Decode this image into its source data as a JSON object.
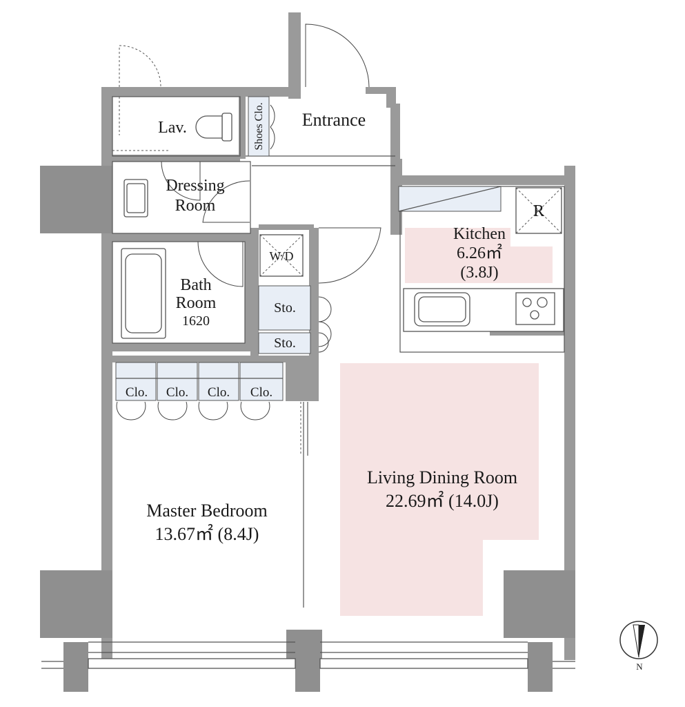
{
  "rooms": {
    "lav": "Lav.",
    "shoes_closet": "Shoes Clo.",
    "entrance": "Entrance",
    "dressing_line1": "Dressing",
    "dressing_line2": "Room",
    "bath_line1": "Bath",
    "bath_line2": "Room",
    "bath_size": "1620",
    "washer_dryer": "W/D",
    "refrigerator": "R",
    "kitchen_name": "Kitchen",
    "kitchen_area": "6.26㎡",
    "kitchen_jo": "(3.8J)",
    "storage_1": "Sto.",
    "storage_2": "Sto.",
    "closets": [
      "Clo.",
      "Clo.",
      "Clo.",
      "Clo."
    ],
    "living_name": "Living Dining Room",
    "living_area": "22.69㎡ (14.0J)",
    "master_name": "Master Bedroom",
    "master_area": "13.67㎡ (8.4J)"
  },
  "compass": {
    "label": "N"
  },
  "colors": {
    "wall": "#9a9a9a",
    "highlight": "#f6e3e3",
    "closet_fill": "#e8eef6"
  }
}
